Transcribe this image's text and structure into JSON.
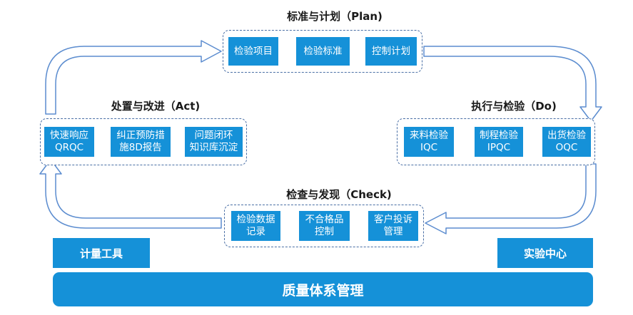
{
  "plan": {
    "title": "标准与计划（Plan)",
    "steps": [
      {
        "line1": "检验项目",
        "line2": ""
      },
      {
        "line1": "检验标准",
        "line2": ""
      },
      {
        "line1": "控制计划",
        "line2": ""
      }
    ]
  },
  "do": {
    "title": "执行与检验（Do)",
    "steps": [
      {
        "line1": "来料检验",
        "line2": "IQC"
      },
      {
        "line1": "制程检验",
        "line2": "IPQC"
      },
      {
        "line1": "出货检验",
        "line2": "OQC"
      }
    ]
  },
  "check": {
    "title": "检查与发现（Check)",
    "steps": [
      {
        "line1": "检验数据",
        "line2": "记录"
      },
      {
        "line1": "不合格品",
        "line2": "控制"
      },
      {
        "line1": "客户投诉",
        "line2": "管理"
      }
    ]
  },
  "act": {
    "title": "处置与改进（Act)",
    "steps": [
      {
        "line1": "快速响应",
        "line2": "QRQC"
      },
      {
        "line1": "纠正预防措",
        "line2": "施8D报告"
      },
      {
        "line1": "问题闭环",
        "line2": "知识库沉淀"
      }
    ]
  },
  "left_label": "计量工具",
  "right_label": "实验中心",
  "footer": "质量体系管理",
  "colors": {
    "step_fill": "#1591d8",
    "dashed_border": "#4a6fa5",
    "cycle_arrow_stroke": "#5b8ccf"
  }
}
